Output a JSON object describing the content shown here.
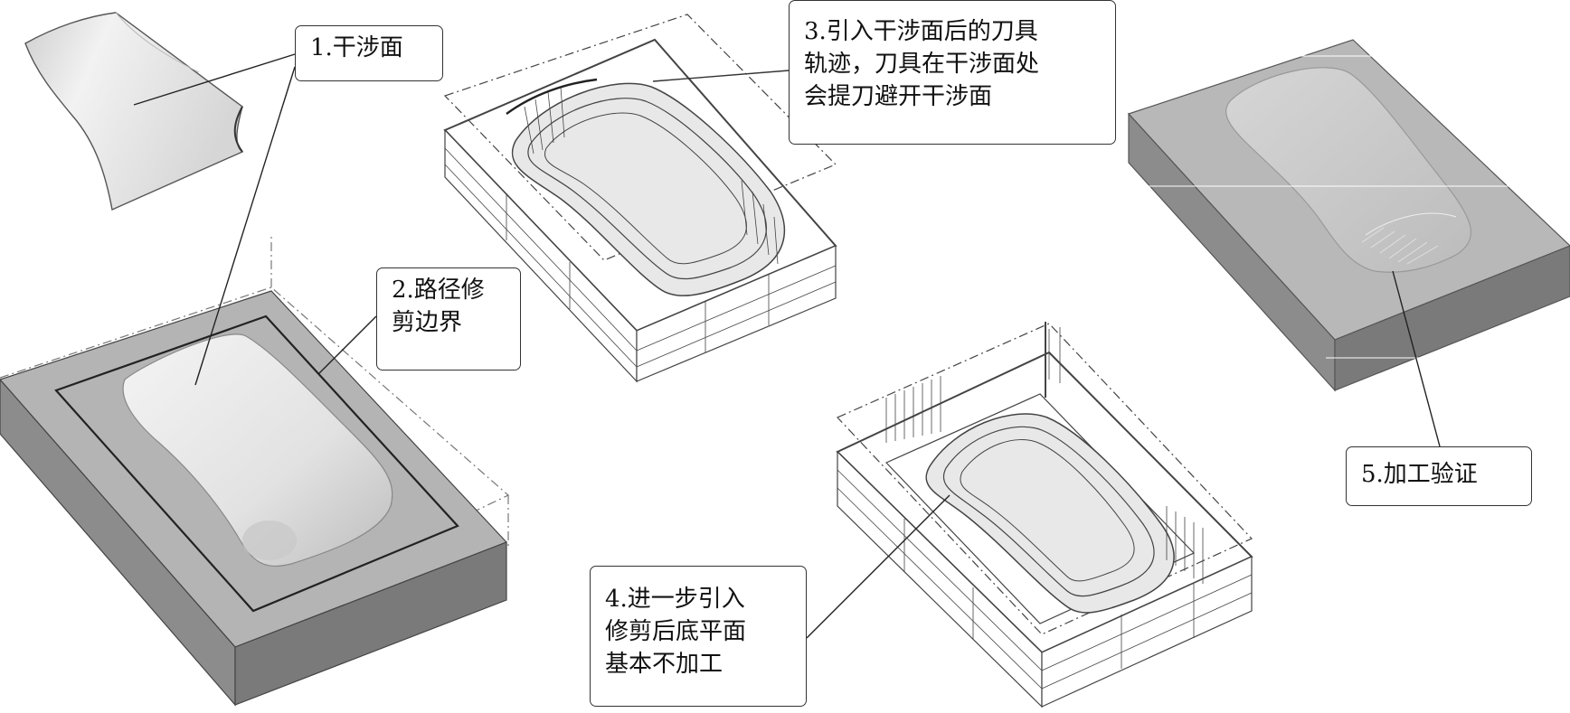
{
  "figure": {
    "callouts": [
      {
        "id": "c1",
        "lines": [
          "1.干涉面"
        ]
      },
      {
        "id": "c2",
        "lines": [
          "2.路径修",
          "剪边界"
        ]
      },
      {
        "id": "c3",
        "lines": [
          "3.引入干涉面后的刀具",
          "轨迹，刀具在干涉面处",
          "会提刀避开干涉面"
        ]
      },
      {
        "id": "c4",
        "lines": [
          "4.进一步引入",
          "修剪后底平面",
          "基本不加工"
        ]
      },
      {
        "id": "c5",
        "lines": [
          "5.加工验证"
        ]
      }
    ],
    "views": [
      {
        "id": "interference-surface",
        "icon": "surface-patch-icon"
      },
      {
        "id": "trimmed-mold-model",
        "icon": "mold-block-icon"
      },
      {
        "id": "toolpath-with-interference",
        "icon": "toolpath-wireframe-icon"
      },
      {
        "id": "toolpath-trimmed-floor",
        "icon": "toolpath-wireframe-icon"
      },
      {
        "id": "machining-verification",
        "icon": "machined-part-icon"
      }
    ],
    "colors": {
      "block_top": "#b4b4b4",
      "block_side": "#8c8c8c",
      "block_front": "#7a7a7a",
      "part_surface": "#e6e6e6",
      "wireframe": "#444444"
    }
  }
}
